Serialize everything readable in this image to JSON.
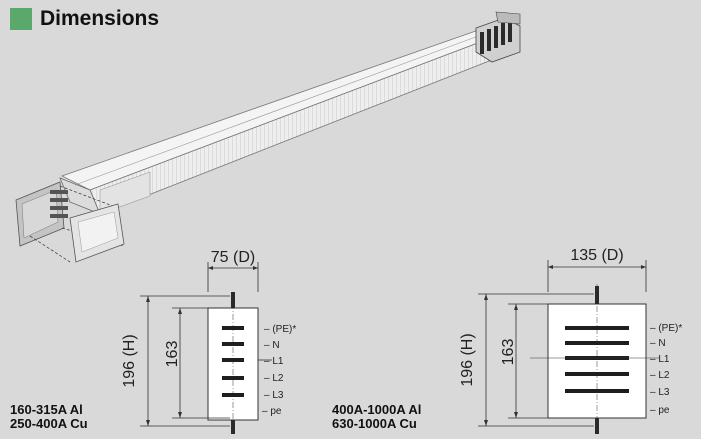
{
  "header": {
    "title": "Dimensions",
    "accent_color": "#5aa86c"
  },
  "small_section": {
    "width_label": "75 (D)",
    "height_label": "196 (H)",
    "inner_label": "163",
    "conductors": [
      "(PE)*",
      "N",
      "L1",
      "L2",
      "L3"
    ],
    "bottom_label": "pe",
    "ratings": [
      "160-315A Al",
      "250-400A Cu"
    ]
  },
  "large_section": {
    "width_label": "135 (D)",
    "height_label": "196 (H)",
    "inner_label": "163",
    "conductors": [
      "(PE)*",
      "N",
      "L1",
      "L2",
      "L3"
    ],
    "bottom_label": "pe",
    "ratings": [
      "400A-1000A Al",
      "630-1000A Cu"
    ]
  }
}
